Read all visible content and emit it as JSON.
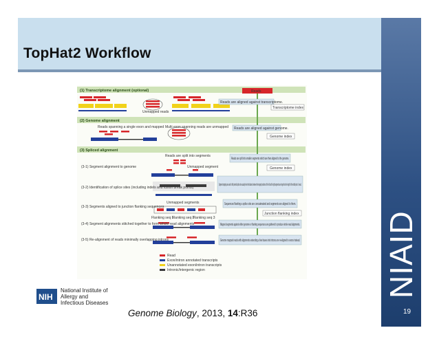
{
  "slide": {
    "title": "TopHat2 Workflow",
    "page_number": "19",
    "brand_vertical": "NIAID"
  },
  "institute": {
    "logo_text": "NIH",
    "lines": [
      "National Institute of",
      "Allergy and",
      "Infectious Diseases"
    ]
  },
  "citation": {
    "journal": "Genome Biology",
    "year_part": ", 2013, ",
    "volume": "14",
    "article": ":R36"
  },
  "figure": {
    "sections": [
      "(1) Transcriptome alignment (optional)",
      "(2) Genome alignment",
      "(3) Spliced alignment"
    ],
    "steps_left": [
      "(3-1) Segment alignment to genome",
      "(3-2) Identification of splice sites (including indels and fusion break points)",
      "(3-3) Segments aligned to junction flanking sequences",
      "(3-4) Segment alignments stitched together to form whole read alignments",
      "(3-5) Re-alignment of reads minimally overlapping introns"
    ],
    "flow_right": [
      "Reads",
      "Reads are aligned against transcriptome.",
      "Transcriptome index",
      "Reads are aligned against genome.",
      "Genome index",
      "Reads are split into smaller segments which are then aligned to the genome.",
      "Genome index",
      "Segment mappings are used to find potential splice sites usually when the distance between the mapped positions of the left and the right segments are longer than the length of the middle part of a read.",
      "Sequences flanking a splice site are concatenated and segments are aligned to them.",
      "Junction flanking index",
      "Mapped segments against either genome or flanking sequences are gathered to produce whole read alignments.",
      "Genome mapped reads with alignments extending a few bases into introns are re-aligned to exons instead."
    ],
    "annotations": [
      "Unmapped reads",
      "Reads spanning a single exon and mapped",
      "Multi exon spanning reads are unmapped",
      "Reads are split into segments",
      "Unmapped segment",
      "Unmapped segments",
      "Flanking seq 1",
      "Flanking seq 2",
      "Flanking seq 3"
    ],
    "legend": [
      "Read",
      "Exon/intron annotated transcripts",
      "Unannotated exon/intron transcripts",
      "Intronic/intergenic region"
    ],
    "colors": {
      "section_band": "#cfe3b8",
      "read": "#d7262a",
      "exon_yellow": "#f1d21a",
      "exon_blue": "#223f9a",
      "intron": "#3a3a3a",
      "flow_box": "#d8e4f0",
      "reads_box": "#d7262a",
      "arrow": "#6aa84f"
    }
  }
}
